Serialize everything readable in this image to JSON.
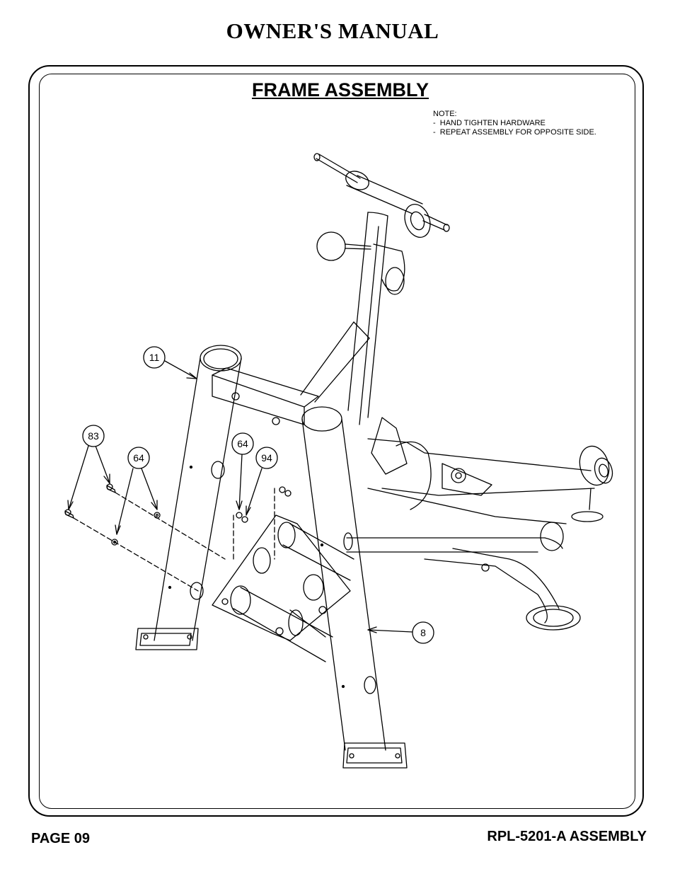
{
  "header": {
    "title": "OWNER'S MANUAL"
  },
  "section": {
    "title": "FRAME ASSEMBLY"
  },
  "note": {
    "heading": "NOTE:",
    "lines": [
      "-  HAND TIGHTEN HARDWARE",
      "-  REPEAT ASSEMBLY FOR OPPOSITE SIDE."
    ]
  },
  "callouts": {
    "c11": "11",
    "c83": "83",
    "c64a": "64",
    "c64b": "64",
    "c94": "94",
    "c8": "8"
  },
  "footer": {
    "page": "PAGE 09",
    "doc_id": "RPL-5201-A ASSEMBLY"
  }
}
